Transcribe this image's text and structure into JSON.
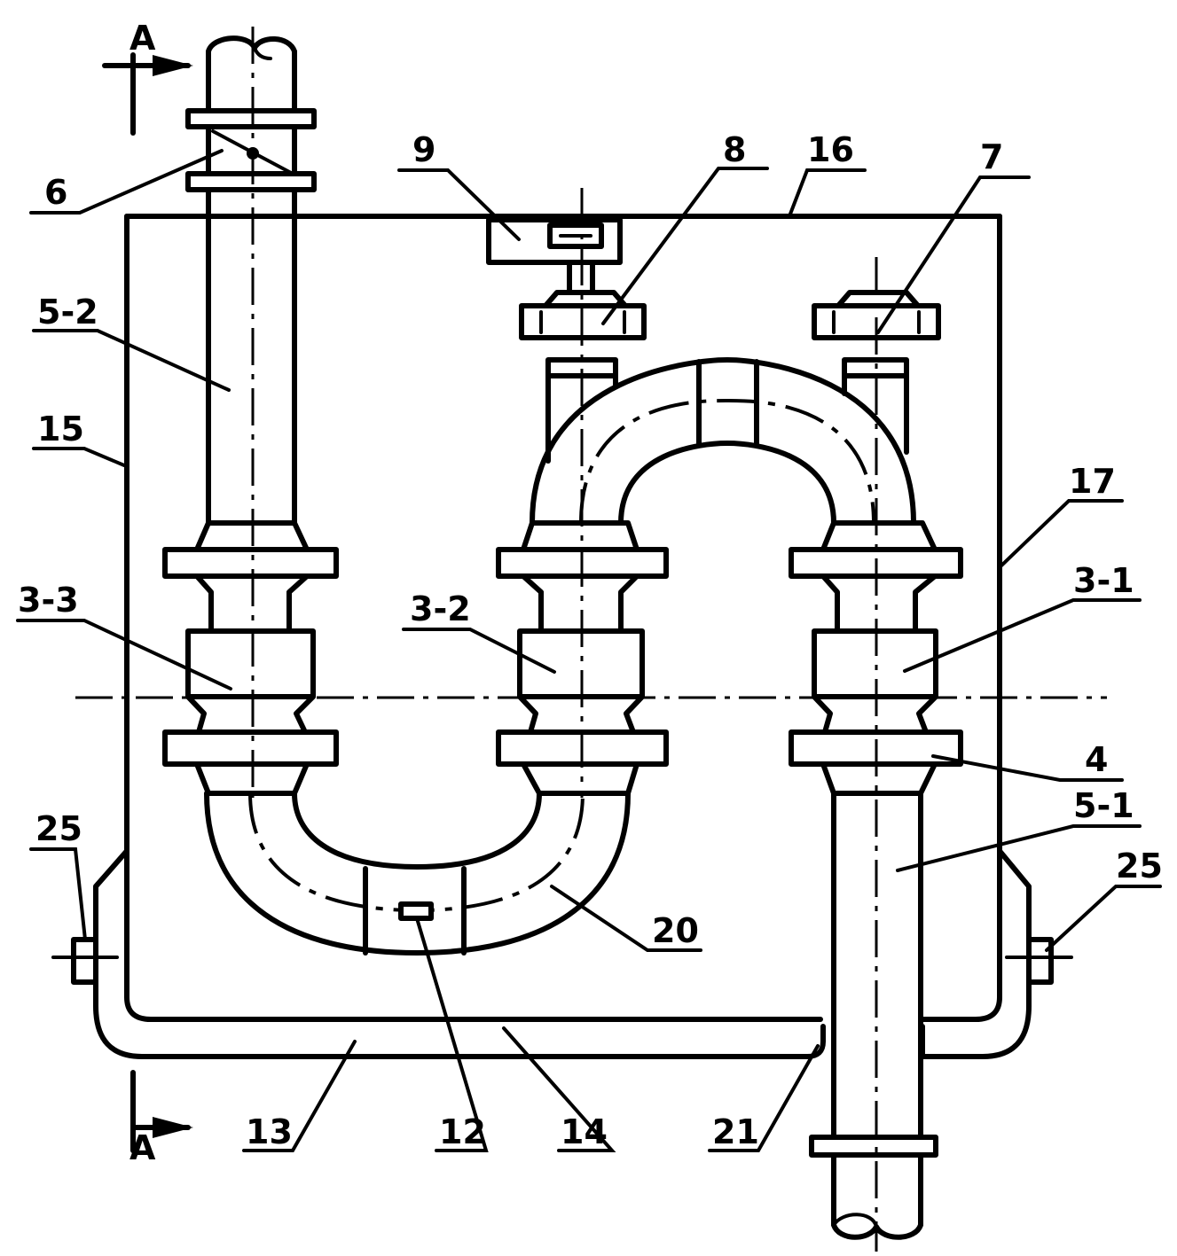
{
  "labels": {
    "l6": "6",
    "l9": "9",
    "l8": "8",
    "l16": "16",
    "l7": "7",
    "l5_2": "5-2",
    "l15": "15",
    "l17": "17",
    "l3_3": "3-3",
    "l3_2": "3-2",
    "l3_1": "3-1",
    "l4": "4",
    "l5_1": "5-1",
    "l25_left": "25",
    "l25_right": "25",
    "l20": "20",
    "l13": "13",
    "l12": "12",
    "l14": "14",
    "l21": "21",
    "section_top": "A",
    "section_bottom": "A"
  }
}
